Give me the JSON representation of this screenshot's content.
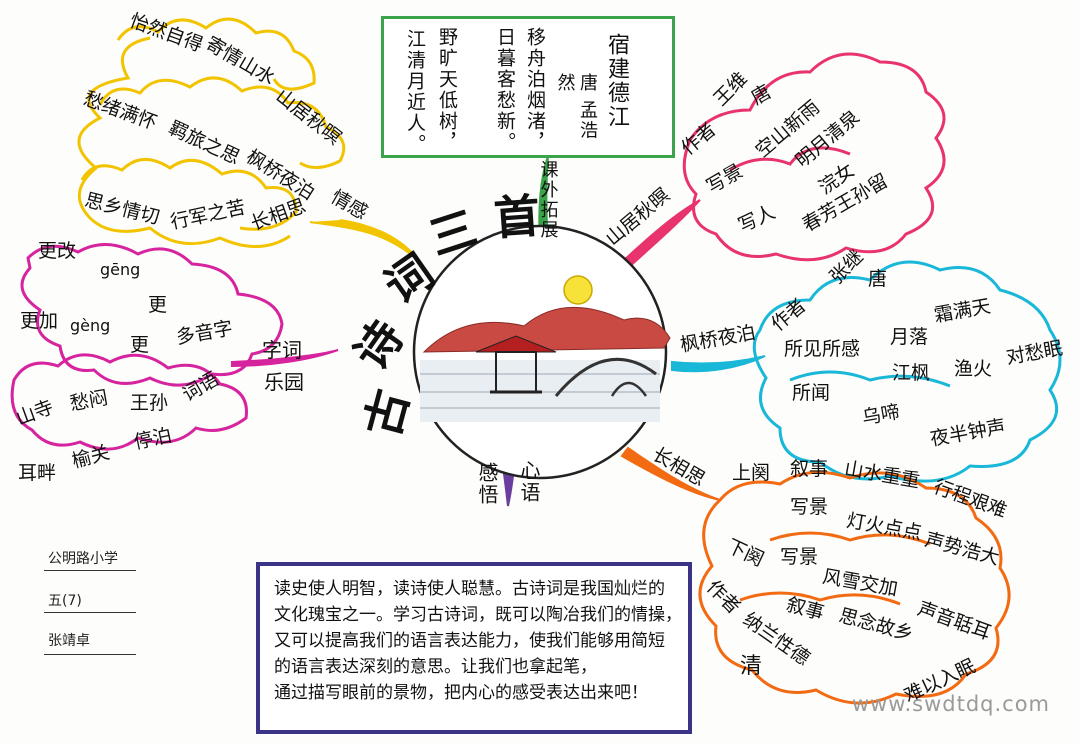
{
  "title": [
    "古",
    "诗",
    "词",
    "三",
    "首"
  ],
  "poem": {
    "columns": [
      "宿建德江",
      "唐 孟浩然",
      "移舟泊烟渚，",
      "日暮客愁新。",
      "野旷天低树，",
      "江清月近人。"
    ]
  },
  "center_branches": {
    "extra": "课外拓展",
    "feeling": "感悟",
    "heart": "心语"
  },
  "emotion": {
    "label": "情感",
    "rows": [
      [
        "怡然自得",
        "寄情山水",
        "山居秋暝"
      ],
      [
        "愁绪满怀",
        "羁旅之思",
        "枫桥夜泊"
      ],
      [
        "思乡情切",
        "行军之苦",
        "长相思"
      ]
    ]
  },
  "words": {
    "label_a": "字词",
    "label_b": "乐园",
    "polyphone": "多音字",
    "items": [
      "更改",
      "gēng",
      "更",
      "更加",
      "gèng",
      "更"
    ],
    "phrase_label": "词语",
    "phrases": [
      "山寺",
      "愁闷",
      "王孙",
      "耳畔",
      "榆关",
      "停泊"
    ]
  },
  "shanju": {
    "label": "山居秋暝",
    "author_label": "作者",
    "author": [
      "王维",
      "唐"
    ],
    "scene_label": "写景",
    "scenes": [
      "空山新雨",
      "明月清泉"
    ],
    "people_label": "写人",
    "people": [
      "浣女",
      "春芳王孙留"
    ]
  },
  "fengqiao": {
    "label": "枫桥夜泊",
    "author_label": "作者",
    "author": [
      "张继",
      "唐"
    ],
    "seen_label": "所见所感",
    "seen": [
      "月落",
      "霜满天",
      "江枫",
      "渔火",
      "对愁眠"
    ],
    "heard_label": "所闻",
    "heard": [
      "乌啼",
      "夜半钟声"
    ]
  },
  "changxiangsi": {
    "label": "长相思",
    "up_label": "上阕",
    "up_narr": "叙事",
    "up_narr_text": "山水重重",
    "up_narr_text2": "行程艰难",
    "up_scene": "写景",
    "up_scene_text": "灯火点点",
    "up_scene_text2": "声势浩大",
    "down_label": "下阕",
    "down_scene": "写景",
    "down_scene_text": "风雪交加",
    "down_scene_text2": "声音聒耳",
    "down_narr": "叙事",
    "down_narr_text": "思念故乡",
    "down_narr_text2": "难以入眠",
    "author_label": "作者",
    "author": "纳兰性德",
    "dynasty": "清"
  },
  "note": {
    "lines": [
      "读史使人明智，读诗使人聪慧。古诗词是我国灿烂的",
      "文化瑰宝之一。学习古诗词，既可以陶冶我们的情操，",
      "又可以提高我们的语言表达能力，使我们能够用简短",
      "的语言表达深刻的意思。让我们也拿起笔，",
      "通过描写眼前的景物，把内心的感受表达出来吧！"
    ]
  },
  "signature": {
    "school": "公明路小学",
    "class": "五(7)",
    "name": "张靖卓"
  },
  "watermark": "www.swdtdq.com",
  "colors": {
    "yellow": "#f2c400",
    "magenta": "#d6249f",
    "pink": "#e8336d",
    "cyan": "#19b7d8",
    "orange": "#f26a12",
    "green": "#3aa34b",
    "navy": "#3b3486",
    "purple": "#6a3e9e"
  }
}
